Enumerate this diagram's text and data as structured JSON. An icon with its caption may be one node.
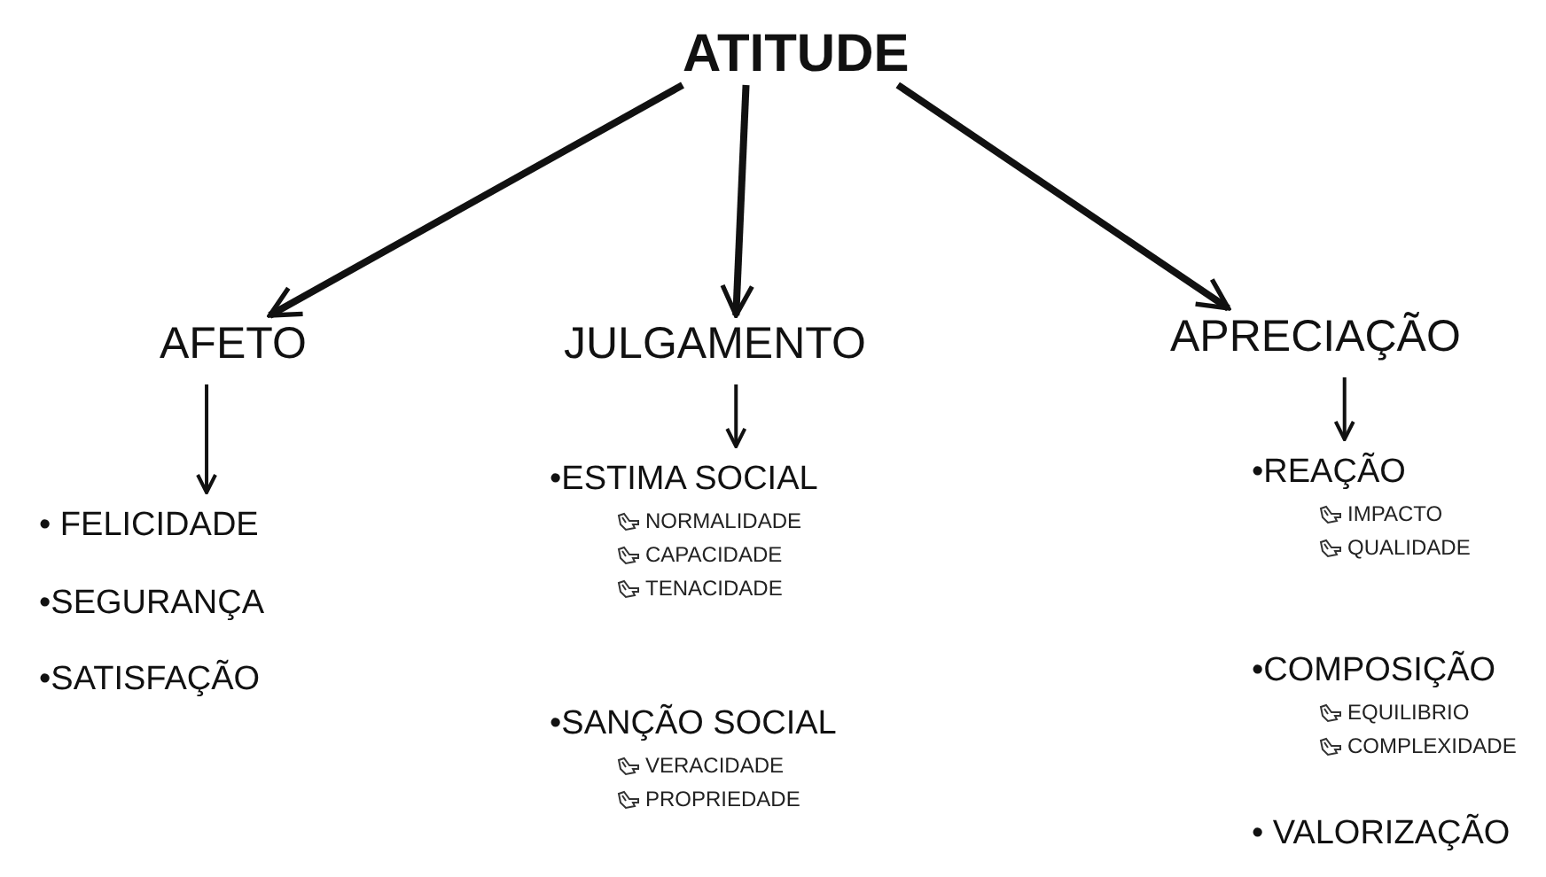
{
  "diagram": {
    "nodes": [
      {
        "text": [
          "ATITUDE"
        ]
      },
      {
        "text": [
          "AFETO"
        ]
      },
      {
        "text": [
          "JULGAMENTO"
        ]
      },
      {
        "text": [
          "APRECIAÇÃO"
        ]
      },
      {
        "text": [
          "• FELICIDADE"
        ]
      },
      {
        "text": [
          "•SEGURANÇA"
        ]
      },
      {
        "text": [
          "•SATISFAÇÃO"
        ]
      },
      {
        "text": [
          "•ESTIMA SOCIAL",
          "NORMALIDADE",
          "CAPACIDADE",
          "TENACIDADE"
        ]
      },
      {
        "text": [
          "•SANÇÃO SOCIAL",
          "VERACIDADE",
          "PROPRIEDADE"
        ]
      },
      {
        "text": [
          "•REAÇÃO",
          "IMPACTO",
          "QUALIDADE"
        ]
      },
      {
        "text": [
          "•COMPOSIÇÃO",
          "EQUILIBRIO",
          "COMPLEXIDADE"
        ]
      },
      {
        "text": [
          "• VALORIZAÇÃO"
        ]
      }
    ],
    "edges": [
      {
        "from": 0,
        "to": 1,
        "arrow": "to",
        "style": "thick"
      },
      {
        "from": 0,
        "to": 2,
        "arrow": "to",
        "style": "thick"
      },
      {
        "from": 0,
        "to": 3,
        "arrow": "to",
        "style": "thick"
      },
      {
        "from": 1,
        "to": 4,
        "arrow": "to"
      },
      {
        "from": 2,
        "to": 7,
        "arrow": "to"
      },
      {
        "from": 3,
        "to": 9,
        "arrow": "to"
      }
    ]
  }
}
